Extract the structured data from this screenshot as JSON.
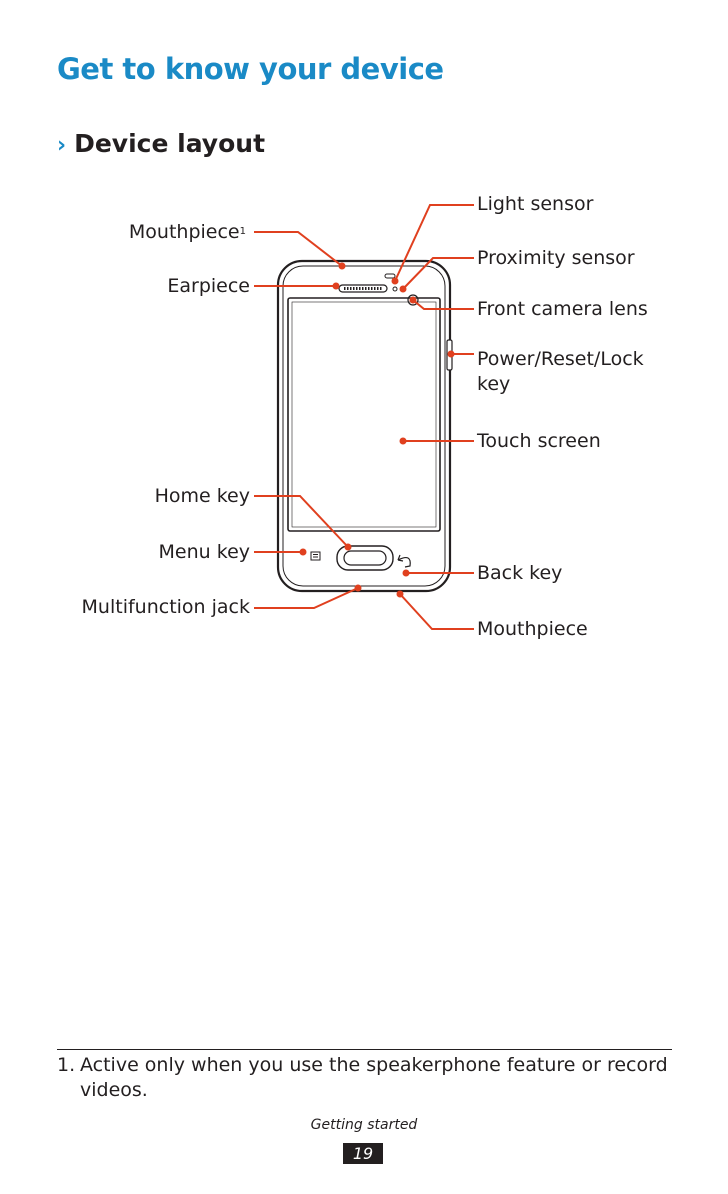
{
  "page": {
    "title": "Get to know your device",
    "section_heading": "Device layout",
    "section_chevron": "›"
  },
  "diagram": {
    "labels_left": {
      "mouthpiece_top": "Mouthpiece",
      "mouthpiece_top_sup": "1",
      "earpiece": "Earpiece",
      "home_key": "Home key",
      "menu_key": "Menu key",
      "multifunction_jack": "Multifunction jack"
    },
    "labels_right": {
      "light_sensor": "Light sensor",
      "proximity_sensor": "Proximity sensor",
      "front_camera_lens": "Front camera lens",
      "power_key_line1": "Power/Reset/Lock",
      "power_key_line2": "key",
      "touch_screen": "Touch screen",
      "back_key": "Back key",
      "mouthpiece_bottom": "Mouthpiece"
    },
    "accent_color": "#e0401f",
    "device_color": "#231f20"
  },
  "footnote": {
    "number": "1.",
    "text": "Active only when you use the speakerphone feature or record videos."
  },
  "footer": {
    "section": "Getting started",
    "page_number": "19"
  }
}
